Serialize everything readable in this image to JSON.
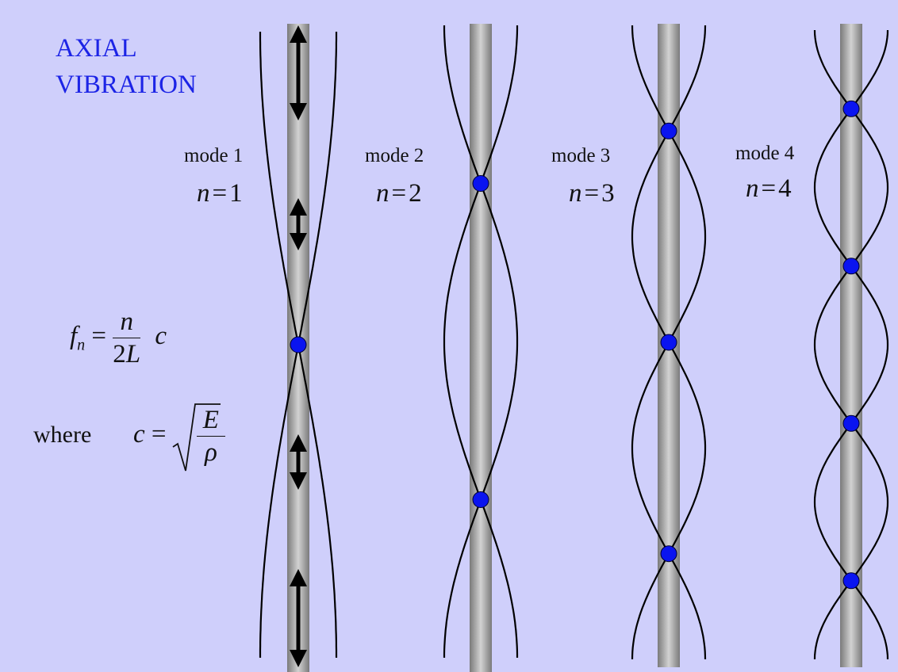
{
  "title": {
    "line1": "AXIAL",
    "line2": "VIBRATION"
  },
  "modes": [
    {
      "label": "mode 1",
      "n_var": "n",
      "n_value": "1"
    },
    {
      "label": "mode 2",
      "n_var": "n",
      "n_value": "2"
    },
    {
      "label": "mode 3",
      "n_var": "n",
      "n_value": "3"
    },
    {
      "label": "mode 4",
      "n_var": "n",
      "n_value": "4"
    }
  ],
  "formula": {
    "f": "f",
    "sub": "n",
    "eq": "=",
    "numerator": "n",
    "den_num": "2",
    "den_var": "L",
    "c": "c"
  },
  "where": {
    "word": "where",
    "c": "c",
    "eq": "=",
    "numerator": "E",
    "denominator": "ρ"
  },
  "colors": {
    "background": "#cfcffb",
    "title": "#1c24e6",
    "node": "#0a14f0",
    "rod_mid": "#c8c8c8",
    "rod_edge": "#7a7a7a",
    "curve": "#000000"
  }
}
